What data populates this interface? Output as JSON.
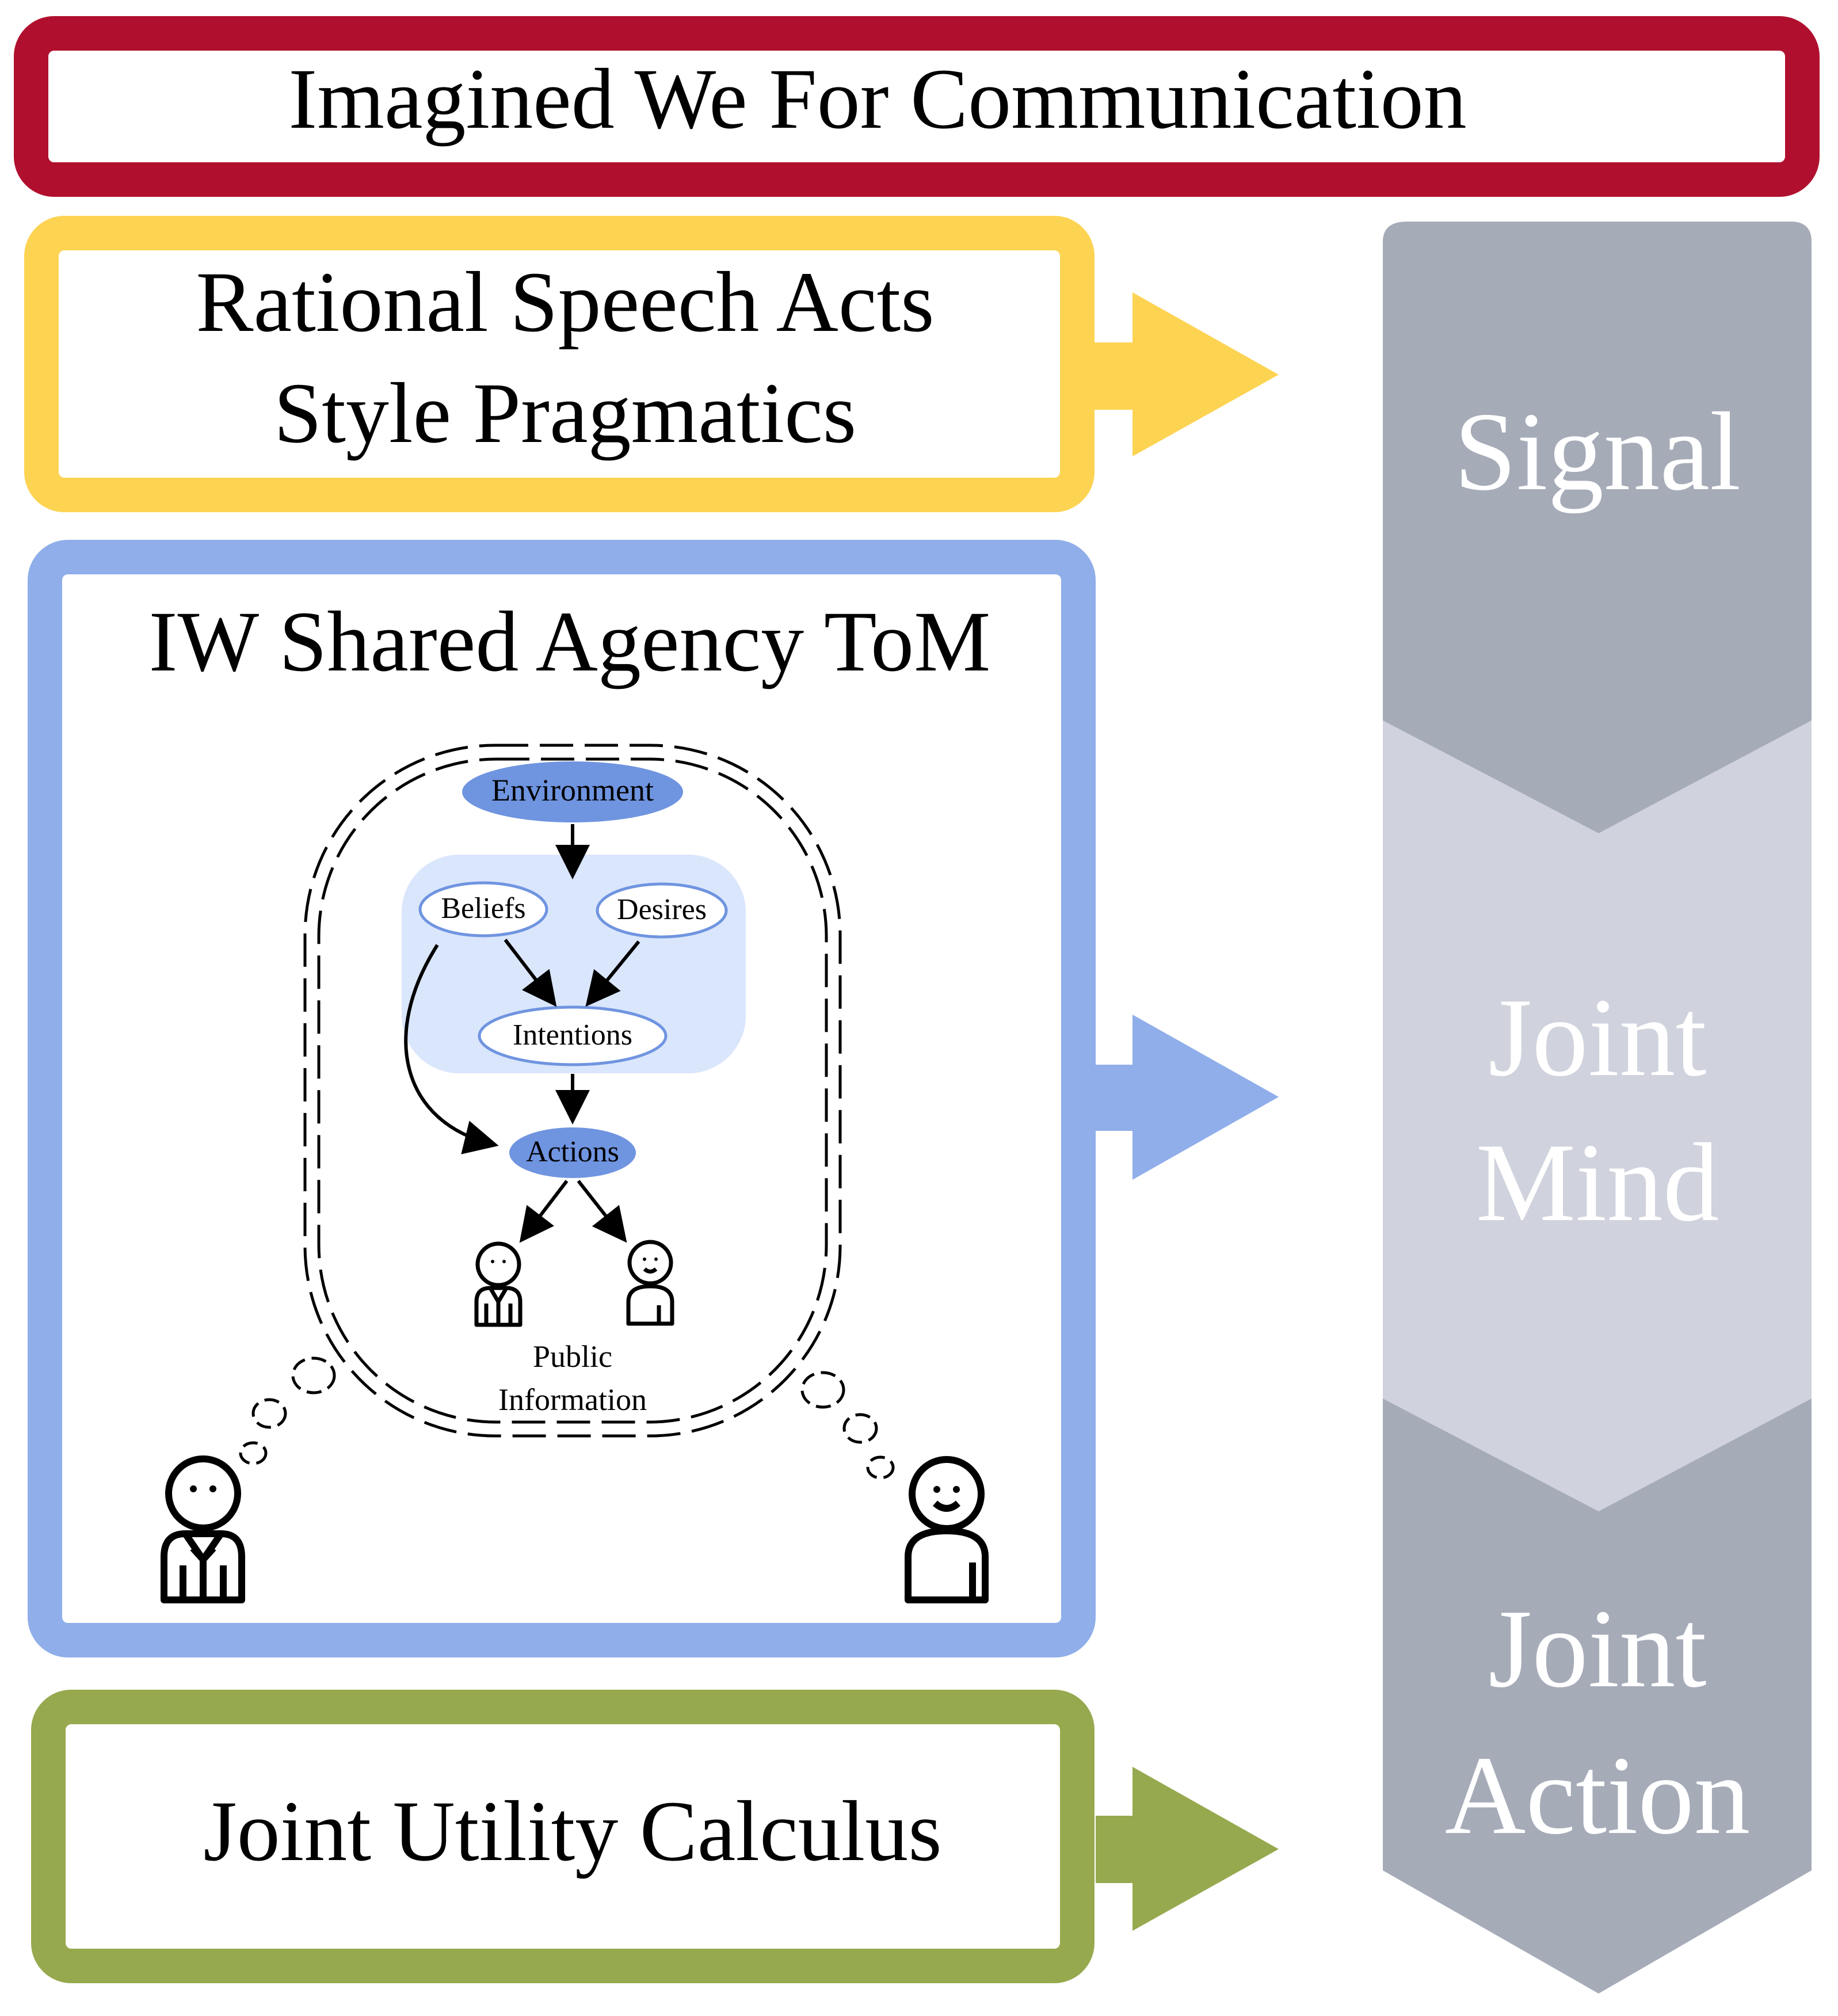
{
  "header": {
    "title": "Imagined We For Communication"
  },
  "boxes": {
    "rsa": {
      "line1": "Rational Speech Acts",
      "line2": "Style Pragmatics"
    },
    "tom": {
      "title": "IW Shared Agency ToM"
    },
    "utility": {
      "title": "Joint Utility Calculus"
    }
  },
  "inner_diagram": {
    "environment": "Environment",
    "beliefs": "Beliefs",
    "desires": "Desires",
    "intentions": "Intentions",
    "actions": "Actions",
    "public_line1": "Public",
    "public_line2": "Information"
  },
  "chevrons": {
    "signal": "Signal",
    "joint_mind_line1": "Joint",
    "joint_mind_line2": "Mind",
    "joint_action_line1": "Joint",
    "joint_action_line2": "Action"
  },
  "colors": {
    "header_border": "#b0102e",
    "rsa_border": "#fdd352",
    "tom_border": "#8faeea",
    "utility_border": "#96a94e",
    "chevron_dark": "#a6abb8",
    "chevron_light": "#d0d3dd",
    "node_dark": "#6f94e0",
    "cluster_fill": "#dae6fc"
  }
}
